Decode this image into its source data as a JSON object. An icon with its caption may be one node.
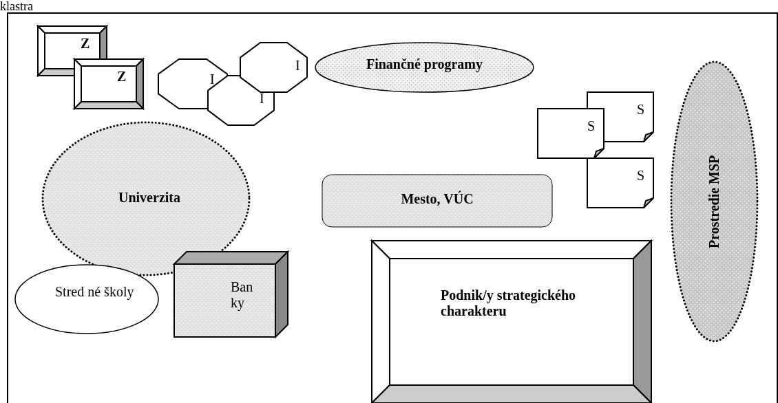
{
  "diagram": {
    "nodes": [
      {
        "text": [
          "klastra"
        ]
      },
      {
        "text": [
          "Z"
        ],
        "in": 0
      },
      {
        "text": [
          "Z"
        ],
        "in": 0
      },
      {
        "text": [
          "I"
        ],
        "in": 0
      },
      {
        "text": [
          "I"
        ],
        "in": 0
      },
      {
        "text": [
          "I"
        ],
        "in": 0
      },
      {
        "text": [
          "Finančné programy"
        ],
        "in": 0
      },
      {
        "text": [
          "S"
        ],
        "in": 0
      },
      {
        "text": [
          "S"
        ],
        "in": 0
      },
      {
        "text": [
          "S"
        ],
        "in": 0
      },
      {
        "text": [
          "Prostredie MSP"
        ],
        "in": 0
      },
      {
        "text": [
          "Univerzita"
        ],
        "in": 0
      },
      {
        "text": [
          "Mesto, VÚC"
        ],
        "in": 0
      },
      {
        "text": [
          "Stred né školy"
        ],
        "in": 0
      },
      {
        "text": [
          "Ban ky"
        ],
        "in": 0
      },
      {
        "text": [
          "Podnik/y strategického charakteru"
        ],
        "in": 0
      }
    ],
    "edges": []
  }
}
